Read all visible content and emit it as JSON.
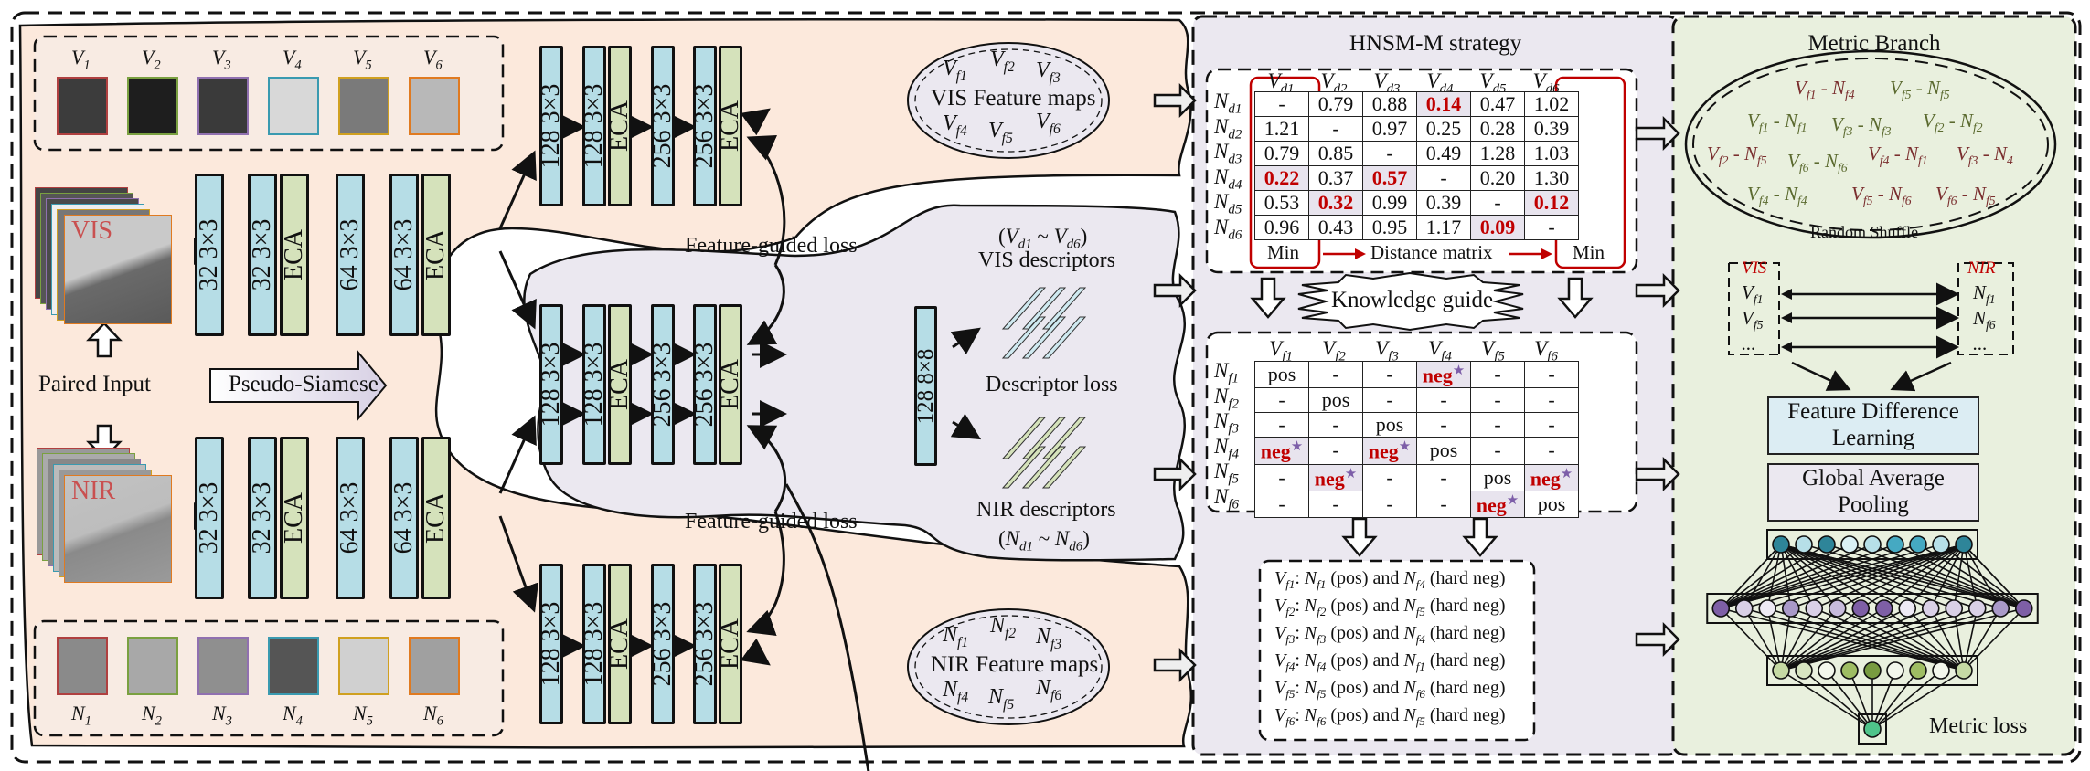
{
  "colors": {
    "outer_bg": "#fce9dc",
    "mid_bg": "#ebe8f0",
    "metric_bg": "#e9f0de",
    "conv": "#b6dde6",
    "eca": "#d5e2bb",
    "highlight_red": "#c00000",
    "star_purple": "#7d5ea8",
    "thumb_borders": [
      "#b04040",
      "#7aa040",
      "#9070b0",
      "#3a9ab0",
      "#d0a020",
      "#e07a20"
    ]
  },
  "vis_samples": {
    "labels": [
      "V1",
      "V2",
      "V3",
      "V4",
      "V5",
      "V6"
    ]
  },
  "nir_samples": {
    "labels": [
      "N1",
      "N2",
      "N3",
      "N4",
      "N5",
      "N6"
    ]
  },
  "inputs": {
    "vis_label": "VIS",
    "nir_label": "NIR",
    "paired_label": "Paired Input",
    "pseudo_siamese": "Pseudo-Siamese"
  },
  "early_layers": [
    "32 3×3",
    "32 3×3",
    "ECA",
    "64 3×3",
    "64 3×3",
    "ECA"
  ],
  "deep_layers": [
    "128 3×3",
    "128 3×3",
    "ECA",
    "256 3×3",
    "256 3×3",
    "ECA"
  ],
  "shared_final": "128 8×8",
  "feature_maps": {
    "vis_title": "VIS Feature maps",
    "vis_items": [
      "Vf1",
      "Vf2",
      "Vf3",
      "Vf4",
      "Vf5",
      "Vf6"
    ],
    "nir_title": "NIR Feature maps",
    "nir_items": [
      "Nf1",
      "Nf2",
      "Nf3",
      "Nf4",
      "Nf5",
      "Nf6"
    ]
  },
  "losses": {
    "feature_guided_top": "Feature-guided loss",
    "feature_guided_bottom": "Feature-guided loss",
    "descriptor": "Descriptor loss",
    "metric": "Metric loss"
  },
  "descriptors": {
    "vis_range": "(Vd1 ~ Vd6)",
    "vis_title": "VIS descriptors",
    "nir_title": "NIR descriptors",
    "nir_range": "(Nd1 ~ Nd6)"
  },
  "hnsm": {
    "title": "HNSM-M strategy",
    "distance_matrix": {
      "col_headers": [
        "Vd1",
        "Vd2",
        "Vd3",
        "Vd4",
        "Vd5",
        "Vd6"
      ],
      "row_headers": [
        "Nd1",
        "Nd2",
        "Nd3",
        "Nd4",
        "Nd5",
        "Nd6"
      ],
      "rows": [
        [
          "-",
          "0.79",
          "0.88",
          "0.14",
          "0.47",
          "1.02"
        ],
        [
          "1.21",
          "-",
          "0.97",
          "0.25",
          "0.28",
          "0.39"
        ],
        [
          "0.79",
          "0.85",
          "-",
          "0.49",
          "1.28",
          "1.03"
        ],
        [
          "0.22",
          "0.37",
          "0.57",
          "-",
          "0.20",
          "1.30"
        ],
        [
          "0.53",
          "0.32",
          "0.99",
          "0.39",
          "-",
          "0.12"
        ],
        [
          "0.96",
          "0.43",
          "0.95",
          "1.17",
          "0.09",
          "-"
        ]
      ],
      "highlighted": [
        [
          0,
          3
        ],
        [
          3,
          0
        ],
        [
          3,
          2
        ],
        [
          4,
          1
        ],
        [
          4,
          5
        ],
        [
          5,
          4
        ]
      ],
      "min_left": "Min",
      "min_right": "Min",
      "caption": "Distance matrix"
    },
    "knowledge_guide": "Knowledge guide",
    "label_matrix": {
      "col_headers": [
        "Vf1",
        "Vf2",
        "Vf3",
        "Vf4",
        "Vf5",
        "Vf6"
      ],
      "row_headers": [
        "Nf1",
        "Nf2",
        "Nf3",
        "Nf4",
        "Nf5",
        "Nf6"
      ],
      "rows": [
        [
          "pos",
          "-",
          "-",
          "neg",
          "-",
          "-"
        ],
        [
          "-",
          "pos",
          "-",
          "-",
          "-",
          "-"
        ],
        [
          "-",
          "-",
          "pos",
          "-",
          "-",
          "-"
        ],
        [
          "neg",
          "-",
          "neg",
          "pos",
          "-",
          "-"
        ],
        [
          "-",
          "neg",
          "-",
          "-",
          "pos",
          "neg"
        ],
        [
          "-",
          "-",
          "-",
          "-",
          "neg",
          "pos"
        ]
      ]
    },
    "summary": [
      {
        "v": "Vf1",
        "pos": "Nf1",
        "neg": "Nf4"
      },
      {
        "v": "Vf2",
        "pos": "Nf2",
        "neg": "Nf5"
      },
      {
        "v": "Vf3",
        "pos": "Nf3",
        "neg": "Nf4"
      },
      {
        "v": "Vf4",
        "pos": "Nf4",
        "neg": "Nf1"
      },
      {
        "v": "Vf5",
        "pos": "Nf5",
        "neg": "Nf6"
      },
      {
        "v": "Vf6",
        "pos": "Nf6",
        "neg": "Nf5"
      }
    ],
    "summary_pos_word": "(pos) and",
    "summary_neg_word": "(hard neg)"
  },
  "metric": {
    "title": "Metric Branch",
    "shuffle_pairs": [
      {
        "text": "Vf1 - Nf4",
        "tone": "r"
      },
      {
        "text": "Vf5 - Nf5",
        "tone": "g"
      },
      {
        "text": "Vf1 - Nf1",
        "tone": "g"
      },
      {
        "text": "Vf3 - Nf3",
        "tone": "g"
      },
      {
        "text": "Vf2 - Nf2",
        "tone": "g"
      },
      {
        "text": "Vf2 - Nf5",
        "tone": "r"
      },
      {
        "text": "Vf6 - Nf6",
        "tone": "g"
      },
      {
        "text": "Vf4 - Nf1",
        "tone": "r"
      },
      {
        "text": "Vf3 - N4",
        "tone": "r"
      },
      {
        "text": "Vf4 - Nf4",
        "tone": "g"
      },
      {
        "text": "Vf5 - Nf6",
        "tone": "r"
      },
      {
        "text": "Vf6 - Nf5",
        "tone": "r"
      }
    ],
    "shuffle_label": "Random Shuffle",
    "vis_header": "VIS",
    "nir_header": "NIR",
    "vis_items": [
      "Vf1",
      "Vf5",
      "..."
    ],
    "nir_items": [
      "Nf1",
      "Nf6",
      "..."
    ],
    "fdl": "Feature Difference Learning",
    "gap": "Global Average Pooling",
    "net": {
      "layer1": [
        "#2e8599",
        "#b6dfe8",
        "#2e8599",
        "#daf0f5",
        "#b6dfe8",
        "#45a9c2",
        "#45a9c2",
        "#b6dfe8",
        "#2e8599"
      ],
      "layer2": [
        "#7e5fa6",
        "#d9d0e6",
        "#eeeaf5",
        "#a999c8",
        "#d9d0e6",
        "#c7bbdc",
        "#7e5fa6",
        "#7e5fa6",
        "#eeeaf5",
        "#d9d0e6",
        "#d9d0e6",
        "#d9d0e6",
        "#a999c8",
        "#7e5fa6"
      ],
      "layer3": [
        "#c5d9a4",
        "#d7e5c1",
        "#f3f7ec",
        "#9ebd63",
        "#789b40",
        "#f3f7ec",
        "#9ebd63",
        "#f3f7ec",
        "#c5d9a4"
      ],
      "output": [
        "#4fc48a"
      ]
    }
  }
}
